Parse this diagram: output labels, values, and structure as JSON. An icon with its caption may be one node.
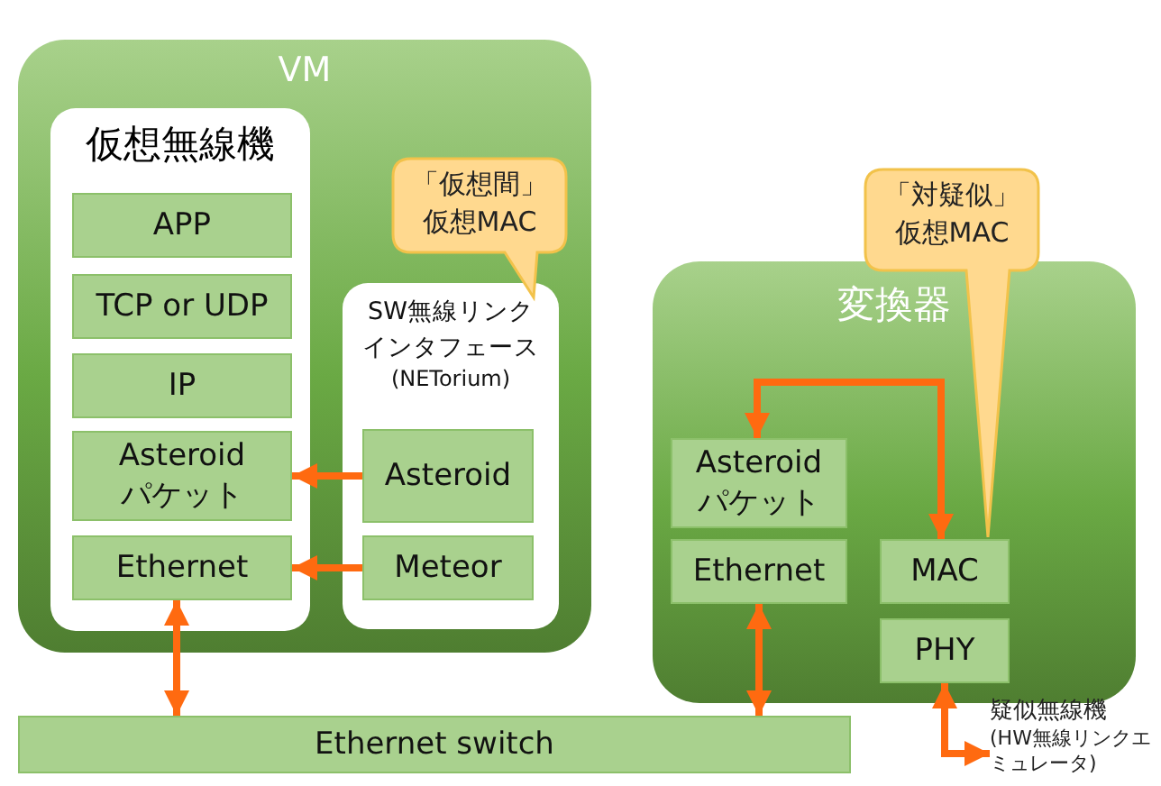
{
  "diagram": {
    "nodes": [
      {
        "text": [
          "VM"
        ]
      },
      {
        "text": [
          "仮想無線機"
        ],
        "in": 0
      },
      {
        "text": [
          "APP"
        ],
        "in": 1
      },
      {
        "text": [
          "TCP or UDP"
        ],
        "in": 1
      },
      {
        "text": [
          "IP"
        ],
        "in": 1
      },
      {
        "text": [
          "Asteroid パケット"
        ],
        "in": 1
      },
      {
        "text": [
          "Ethernet"
        ],
        "in": 1
      },
      {
        "text": [
          "SW無線リンクインタフェース",
          "(NETorium)"
        ],
        "in": 0
      },
      {
        "text": [
          "Asteroid"
        ],
        "in": 7
      },
      {
        "text": [
          "Meteor"
        ],
        "in": 7
      },
      {
        "text": [
          "「仮想間」仮想MAC"
        ],
        "in": 0
      },
      {
        "text": [
          "変換器"
        ]
      },
      {
        "text": [
          "Asteroid パケット"
        ],
        "in": 11
      },
      {
        "text": [
          "Ethernet"
        ],
        "in": 11
      },
      {
        "text": [
          "MAC"
        ],
        "in": 11
      },
      {
        "text": [
          "PHY"
        ],
        "in": 11
      },
      {
        "text": [
          "「対疑似」仮想MAC"
        ]
      },
      {
        "text": [
          "Ethernet switch"
        ]
      },
      {
        "text": [
          "疑似無線機",
          "(HW無線リンクエミュレータ)"
        ]
      }
    ],
    "edges": [
      {
        "from": 8,
        "to": 5,
        "arrow": "to"
      },
      {
        "from": 9,
        "to": 6,
        "arrow": "to"
      },
      {
        "from": 6,
        "to": 17,
        "arrow": "both"
      },
      {
        "from": 14,
        "to": 12,
        "arrow": "both"
      },
      {
        "from": 13,
        "to": 17,
        "arrow": "both"
      },
      {
        "from": 15,
        "to": 18,
        "arrow": "both"
      }
    ]
  }
}
